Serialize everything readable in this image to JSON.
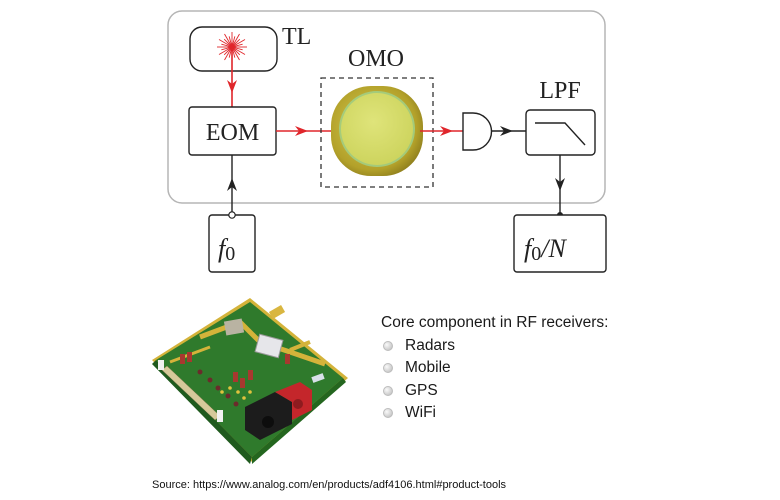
{
  "diagram": {
    "labels": {
      "tl": "TL",
      "omo": "OMO",
      "eom": "EOM",
      "lpf": "LPF",
      "input_freq": "f",
      "input_sub": "0",
      "output_freq": "f",
      "output_sub": "0",
      "output_div": "/N"
    },
    "colors": {
      "optical_path": "#e0262b",
      "electrical_path": "#222222",
      "container_border": "#b5b5b5",
      "resonator_outer": "#b7a52a",
      "resonator_inner": "#d6dc6a"
    }
  },
  "info": {
    "heading": "Core component in RF receivers:",
    "items": [
      "Radars",
      "Mobile",
      "GPS",
      "WiFi"
    ]
  },
  "source": "Source: https://www.analog.com/en/products/adf4106.html#product-tools",
  "board": {
    "description": "ADF4106 evaluation board photo",
    "pcb_color": "#2f7a2c",
    "gold_color": "#d4b33a",
    "connector_color": "#c4262b"
  }
}
